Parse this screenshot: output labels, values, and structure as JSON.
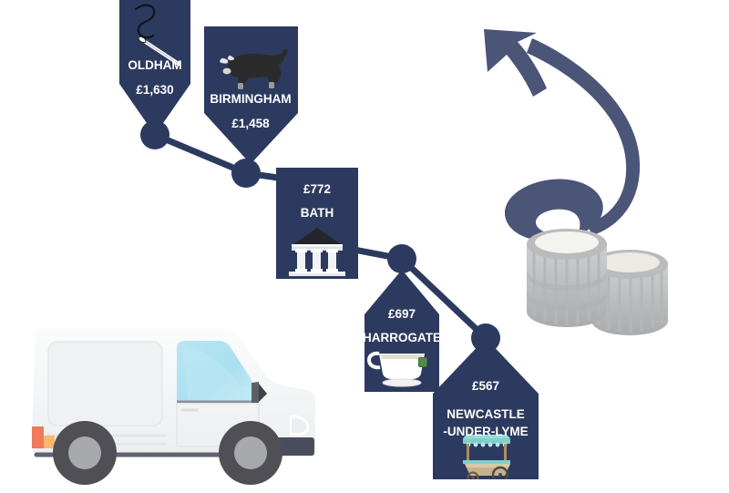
{
  "graphic": {
    "type": "route-infographic",
    "title": "",
    "background_color": "#ffffff",
    "accent_color": "#2d3a5f",
    "label_color": "#ffffff",
    "currency_symbol": "£"
  },
  "locations": [
    {
      "id": "oldham",
      "city": "OLDHAM",
      "amount": "£1,630",
      "value": 1630,
      "rank": 1,
      "marker_shape": "pin-down",
      "icon": "needle-and-thread-icon",
      "icon_label": "needle and thread"
    },
    {
      "id": "birmingham",
      "city": "BIRMINGHAM",
      "amount": "£1,458",
      "value": 1458,
      "rank": 2,
      "marker_shape": "pin-down",
      "icon": "bull-icon",
      "icon_label": "bull"
    },
    {
      "id": "bath",
      "city": "BATH",
      "amount": "£772",
      "value": 772,
      "rank": 3,
      "marker_shape": "rectangle",
      "icon": "roman-temple-icon",
      "icon_label": "roman bath building"
    },
    {
      "id": "harrogate",
      "city": "HARROGATE",
      "amount": "£697",
      "value": 697,
      "rank": 4,
      "marker_shape": "pin-up",
      "icon": "teacup-icon",
      "icon_label": "teacup with tea bag"
    },
    {
      "id": "newcastle_under_lyme",
      "city_line1": "NEWCASTLE",
      "city_line2": "-UNDER-LYME",
      "city": "NEWCASTLE\n-UNDER-LYME",
      "amount": "£567",
      "value": 567,
      "rank": 5,
      "marker_shape": "pin-up",
      "icon": "market-stall-cart-icon",
      "icon_label": "market stall cart"
    }
  ],
  "decorations": [
    {
      "id": "delivery_van",
      "name": "delivery-van-illustration",
      "description": "white delivery van facing right",
      "colors": {
        "body": "#f4f5f6",
        "window": "#b6e4f2",
        "wheel": "#4f4f55",
        "hub": "#a7a9ac",
        "taillight": "#f07a5a",
        "bumper": "#4a4e5c"
      }
    },
    {
      "id": "coin_stack",
      "name": "coin-stack-illustration",
      "description": "stack of silver coins",
      "colors": {
        "coin_face": "#f4f3ee",
        "coin_edge": "#9a9c9e",
        "coin_side": "#c8cacb"
      }
    },
    {
      "id": "curved_arrow",
      "name": "curled-ribbon-arrow-icon",
      "description": "curled ribbon arrow rising from coins pointing up-left",
      "color": "#4a5578"
    }
  ],
  "connectors": {
    "node_count": 5,
    "line_color": "#2d3a5f",
    "line_width": 7,
    "node_radius": 16
  }
}
